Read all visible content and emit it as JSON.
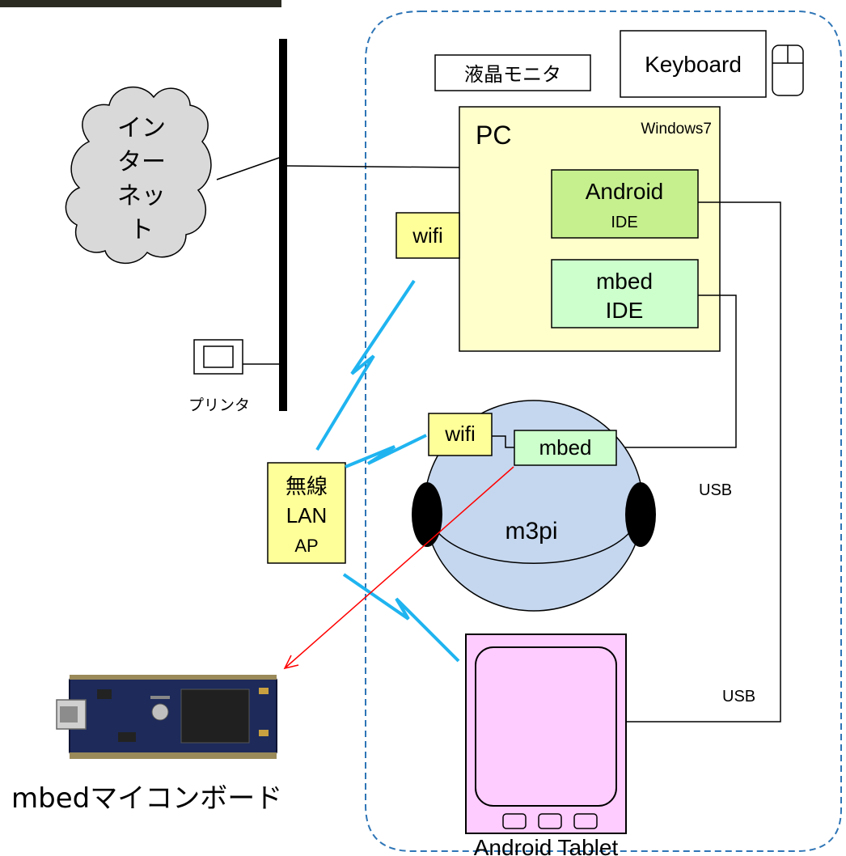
{
  "title_strip": "",
  "internet_label_lines": [
    "イン",
    "ター",
    "ネッ",
    "ト"
  ],
  "printer_label": "プリンタ",
  "lcd_monitor_label": "液晶モニタ",
  "keyboard_label": "Keyboard",
  "pc": {
    "label": "PC",
    "os_label": "Windows7",
    "android_ide": {
      "line1": "Android",
      "line2": "IDE"
    },
    "mbed_ide": {
      "line1": "mbed",
      "line2": "IDE"
    },
    "wifi_label": "wifi"
  },
  "robot": {
    "label": "m3pi",
    "wifi_label": "wifi",
    "mbed_label": "mbed"
  },
  "wireless_ap_lines": [
    "無線",
    "LAN",
    "AP"
  ],
  "usb_label_top": "USB",
  "usb_label_bottom": "USB",
  "tablet_label": "Android Tablet",
  "mbed_board_label": "mbedマイコンボード",
  "colors": {
    "dashed_boundary": "#2e75b6",
    "pc_fill": "#ffffcc",
    "android_ide_fill": "#c6ef8e",
    "mbed_ide_fill": "#ccffcc",
    "wifi_fill": "#ffff99",
    "robot_fill": "#c5d7ee",
    "tablet_fill": "#ffccff",
    "cloud_fill": "#d9d9d9",
    "wireless_bolt": "#1fb4f0",
    "pointer_arrow": "#ff0000"
  }
}
